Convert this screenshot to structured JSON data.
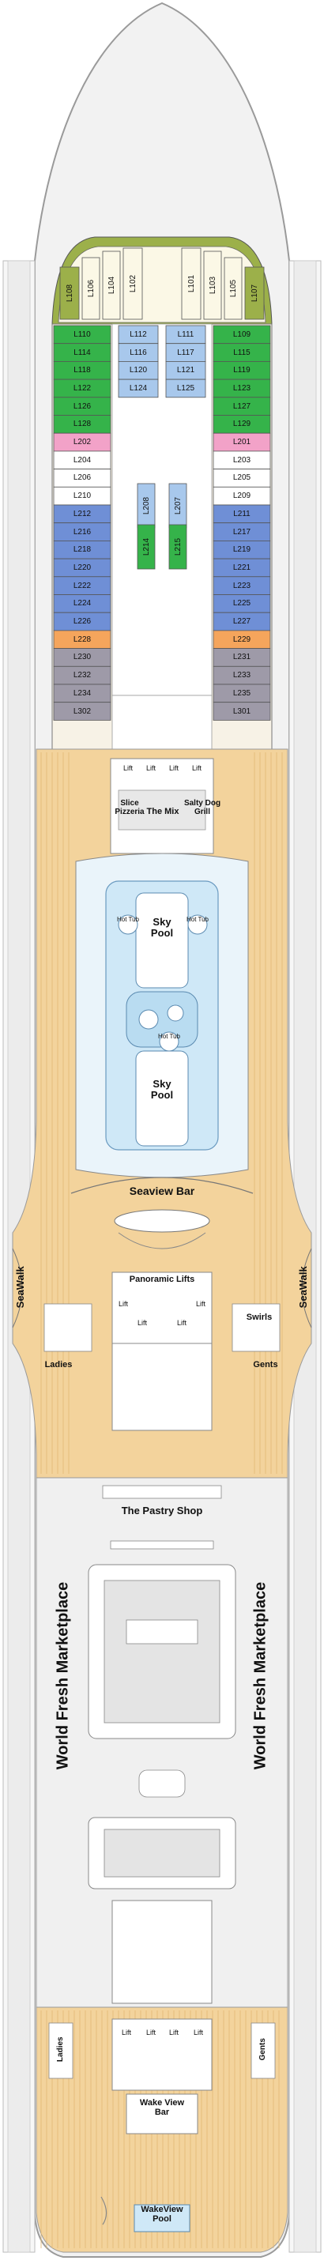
{
  "colors": {
    "hull": "#f2f2f2",
    "hull_stroke": "#9a9a9a",
    "deck_wood": "#f3d39c",
    "deck_lines": "#e2b873",
    "cabin_green": "#35b34a",
    "cabin_blue": "#6f8fd6",
    "cabin_light_blue": "#a8c8ec",
    "cabin_pink": "#f2a2c8",
    "cabin_white": "#ffffff",
    "cabin_orange": "#f5a55c",
    "cabin_gray": "#9e9aa8",
    "suite_olive": "#9cb04a",
    "suite_cream": "#fbf8e6",
    "pool_blue": "#cfe8f7",
    "interior_gray": "#dcdcdc"
  },
  "fwd_suites": {
    "left": [
      "L108",
      "L106",
      "L104",
      "L102"
    ],
    "right": [
      "L101",
      "L103",
      "L105",
      "L107"
    ]
  },
  "cabins": {
    "left_outer": [
      {
        "id": "L110",
        "color": "green"
      },
      {
        "id": "L114",
        "color": "green"
      },
      {
        "id": "L118",
        "color": "green"
      },
      {
        "id": "L122",
        "color": "green"
      },
      {
        "id": "L126",
        "color": "green"
      },
      {
        "id": "L128",
        "color": "green"
      },
      {
        "id": "L202",
        "color": "pink"
      },
      {
        "id": "L204",
        "color": "white"
      },
      {
        "id": "L206",
        "color": "white"
      },
      {
        "id": "L210",
        "color": "white"
      },
      {
        "id": "L212",
        "color": "blue"
      },
      {
        "id": "L216",
        "color": "blue"
      },
      {
        "id": "L218",
        "color": "blue"
      },
      {
        "id": "L220",
        "color": "blue"
      },
      {
        "id": "L222",
        "color": "blue"
      },
      {
        "id": "L224",
        "color": "blue"
      },
      {
        "id": "L226",
        "color": "blue"
      },
      {
        "id": "L228",
        "color": "orange"
      },
      {
        "id": "L230",
        "color": "gray"
      },
      {
        "id": "L232",
        "color": "gray"
      },
      {
        "id": "L234",
        "color": "gray"
      },
      {
        "id": "L302",
        "color": "gray"
      }
    ],
    "left_inner": [
      "L112",
      "L116",
      "L120",
      "L124"
    ],
    "right_inner": [
      "L111",
      "L117",
      "L121",
      "L125"
    ],
    "right_outer": [
      {
        "id": "L109",
        "color": "green"
      },
      {
        "id": "L115",
        "color": "green"
      },
      {
        "id": "L119",
        "color": "green"
      },
      {
        "id": "L123",
        "color": "green"
      },
      {
        "id": "L127",
        "color": "green"
      },
      {
        "id": "L129",
        "color": "green"
      },
      {
        "id": "L201",
        "color": "pink"
      },
      {
        "id": "L203",
        "color": "white"
      },
      {
        "id": "L205",
        "color": "white"
      },
      {
        "id": "L209",
        "color": "white"
      },
      {
        "id": "L211",
        "color": "blue"
      },
      {
        "id": "L217",
        "color": "blue"
      },
      {
        "id": "L219",
        "color": "blue"
      },
      {
        "id": "L221",
        "color": "blue"
      },
      {
        "id": "L223",
        "color": "blue"
      },
      {
        "id": "L225",
        "color": "blue"
      },
      {
        "id": "L227",
        "color": "blue"
      },
      {
        "id": "L229",
        "color": "orange"
      },
      {
        "id": "L231",
        "color": "gray"
      },
      {
        "id": "L233",
        "color": "gray"
      },
      {
        "id": "L235",
        "color": "gray"
      },
      {
        "id": "L301",
        "color": "gray"
      }
    ],
    "center_light": [
      "L208",
      "L207"
    ],
    "center_green": [
      "L214",
      "L215"
    ]
  },
  "venues": {
    "lift": "Lift",
    "slice_pizzeria": "Slice Pizzeria",
    "the_mix": "The Mix",
    "salty_dog_grill": "Salty Dog Grill",
    "sky_pool_fwd": "Sky Pool",
    "sky_pool_aft": "Sky Pool",
    "hot_tub": "Hot Tub",
    "seawalk": "SeaWalk",
    "seaview_bar": "Seaview Bar",
    "panoramic_lifts": "Panoramic Lifts",
    "swirls": "Swirls",
    "ladies": "Ladies",
    "gents": "Gents",
    "pastry_shop": "The Pastry Shop",
    "marketplace_left": "World Fresh Marketplace",
    "marketplace_right": "World Fresh Marketplace",
    "wake_view_bar": "Wake View Bar",
    "wakeview_pool": "WakeView Pool"
  }
}
